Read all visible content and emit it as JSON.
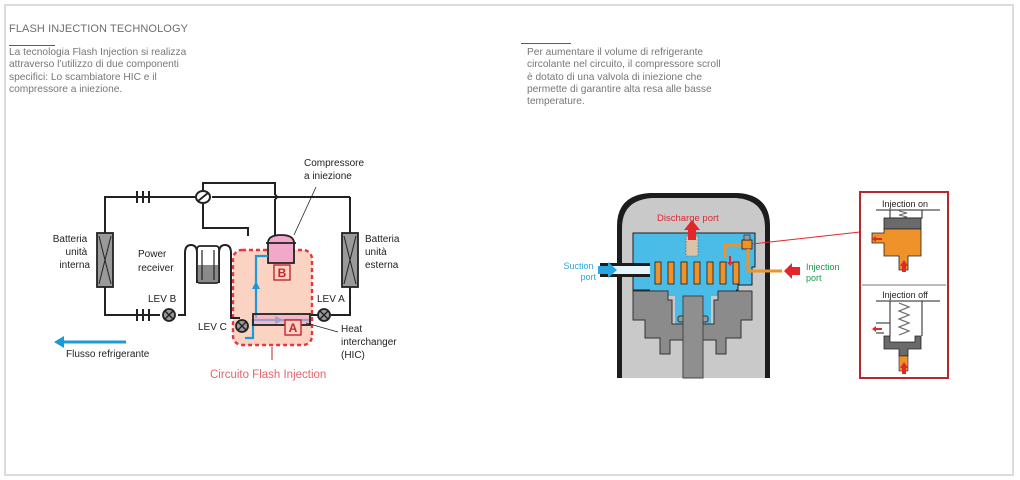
{
  "section": {
    "title": "FLASH INJECTION TECHNOLOGY",
    "accent_color": "#d8282f"
  },
  "left": {
    "description": "La tecnologia Flash Injection si realizza attraverso l'utilizzo di due componenti specifici: Lo scambiatore HIC e il compressore a iniezione.",
    "description_lines": [
      "La tecnologia Flash Injection si realizza",
      "attraverso l’utilizzo di due componenti",
      "specifici: Lo scambiatore HIC e il",
      "compressore a iniezione."
    ],
    "diagram": {
      "labels": {
        "compressor_line1": "Compressore",
        "compressor_line2": "a iniezione",
        "indoor_line1": "Batteria",
        "indoor_line2": "unità",
        "indoor_line3": "interna",
        "outdoor_line1": "Batteria",
        "outdoor_line2": "unità",
        "outdoor_line3": "esterna",
        "receiver_line1": "Power",
        "receiver_line2": "receiver",
        "lev_a": "LEV A",
        "lev_b": "LEV B",
        "lev_c": "LEV C",
        "hic_line1": "Heat",
        "hic_line2": "interchanger",
        "hic_line3": "(HIC)",
        "box_a": "A",
        "box_b": "B",
        "flow_legend": "Flusso refrigerante",
        "circuit_caption": "Circuito Flash Injection"
      },
      "colors": {
        "flow_blue": "#1a9ad8",
        "circuit_red": "#e4373e",
        "circuit_fill": "#fbd3c3",
        "compressor_pink": "#f2a9c9",
        "caption_red": "#e0656b"
      }
    }
  },
  "right": {
    "description_lines": [
      "Per aumentare il volume di refrigerante",
      "circolante nel circuito, il compressore scroll",
      "è dotato di una valvola di iniezione che",
      "permette di garantire alta resa alle basse",
      "temperature."
    ],
    "diagram": {
      "labels": {
        "discharge_port": "Discharge port",
        "suction_line1": "Suction",
        "suction_line2": "port",
        "injection_line1": "Injection",
        "injection_line2": "port",
        "injection_on": "Injection on",
        "injection_off": "Injection off"
      },
      "colors": {
        "suction_blue": "#2aa7e0",
        "discharge_red": "#e2262c",
        "injection_green": "#1a9a45",
        "scroll_orange": "#f0922a",
        "chamber_blue": "#4bbbe8"
      }
    }
  }
}
